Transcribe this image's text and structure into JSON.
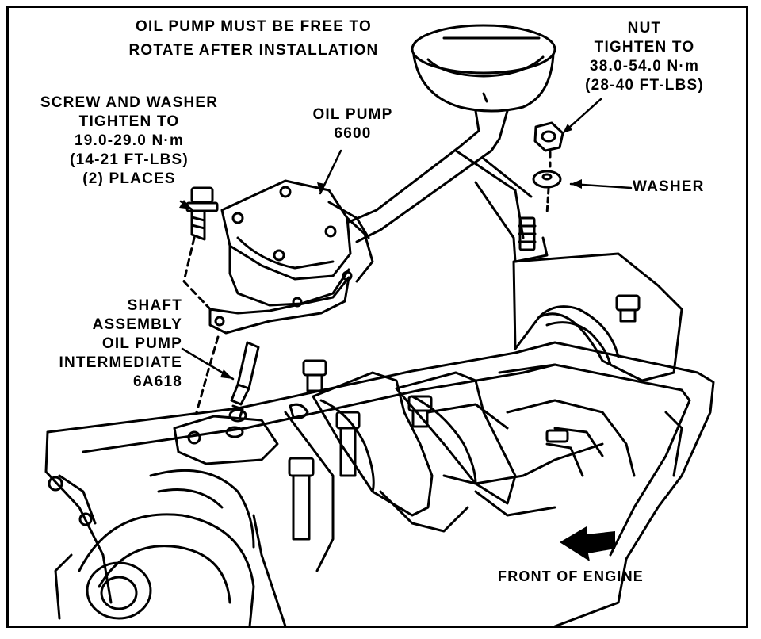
{
  "labels": {
    "rotate_note": [
      "OIL PUMP MUST BE FREE TO",
      "ROTATE AFTER INSTALLATION"
    ],
    "screw_washer": [
      "SCREW AND WASHER",
      "TIGHTEN TO",
      "19.0-29.0 N·m",
      "(14-21 FT-LBS)",
      "(2) PLACES"
    ],
    "oil_pump": [
      "OIL PUMP",
      "6600"
    ],
    "nut": [
      "NUT",
      "TIGHTEN TO",
      "38.0-54.0 N·m",
      "(28-40 FT-LBS)"
    ],
    "washer": "WASHER",
    "shaft": [
      "SHAFT",
      "ASSEMBLY",
      "OIL PUMP",
      "INTERMEDIATE",
      "6A618"
    ],
    "front": "FRONT OF ENGINE"
  },
  "colors": {
    "ink": "#000000",
    "paper": "#ffffff"
  }
}
